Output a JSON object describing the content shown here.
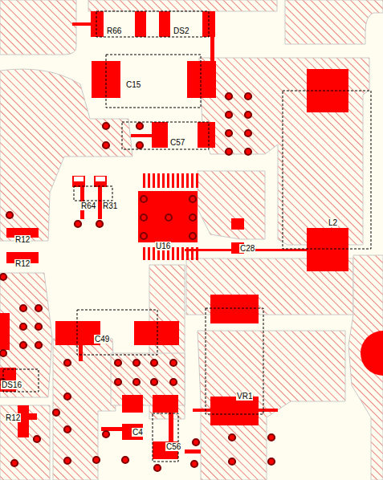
{
  "diagram": {
    "labels": [
      "R66",
      "DS2",
      "C15",
      "C57",
      "R64",
      "R31",
      "U16",
      "C28",
      "L2",
      "R12",
      "R12",
      "C49",
      "DS16",
      "VR1",
      "R12",
      "C4",
      "C56"
    ]
  }
}
